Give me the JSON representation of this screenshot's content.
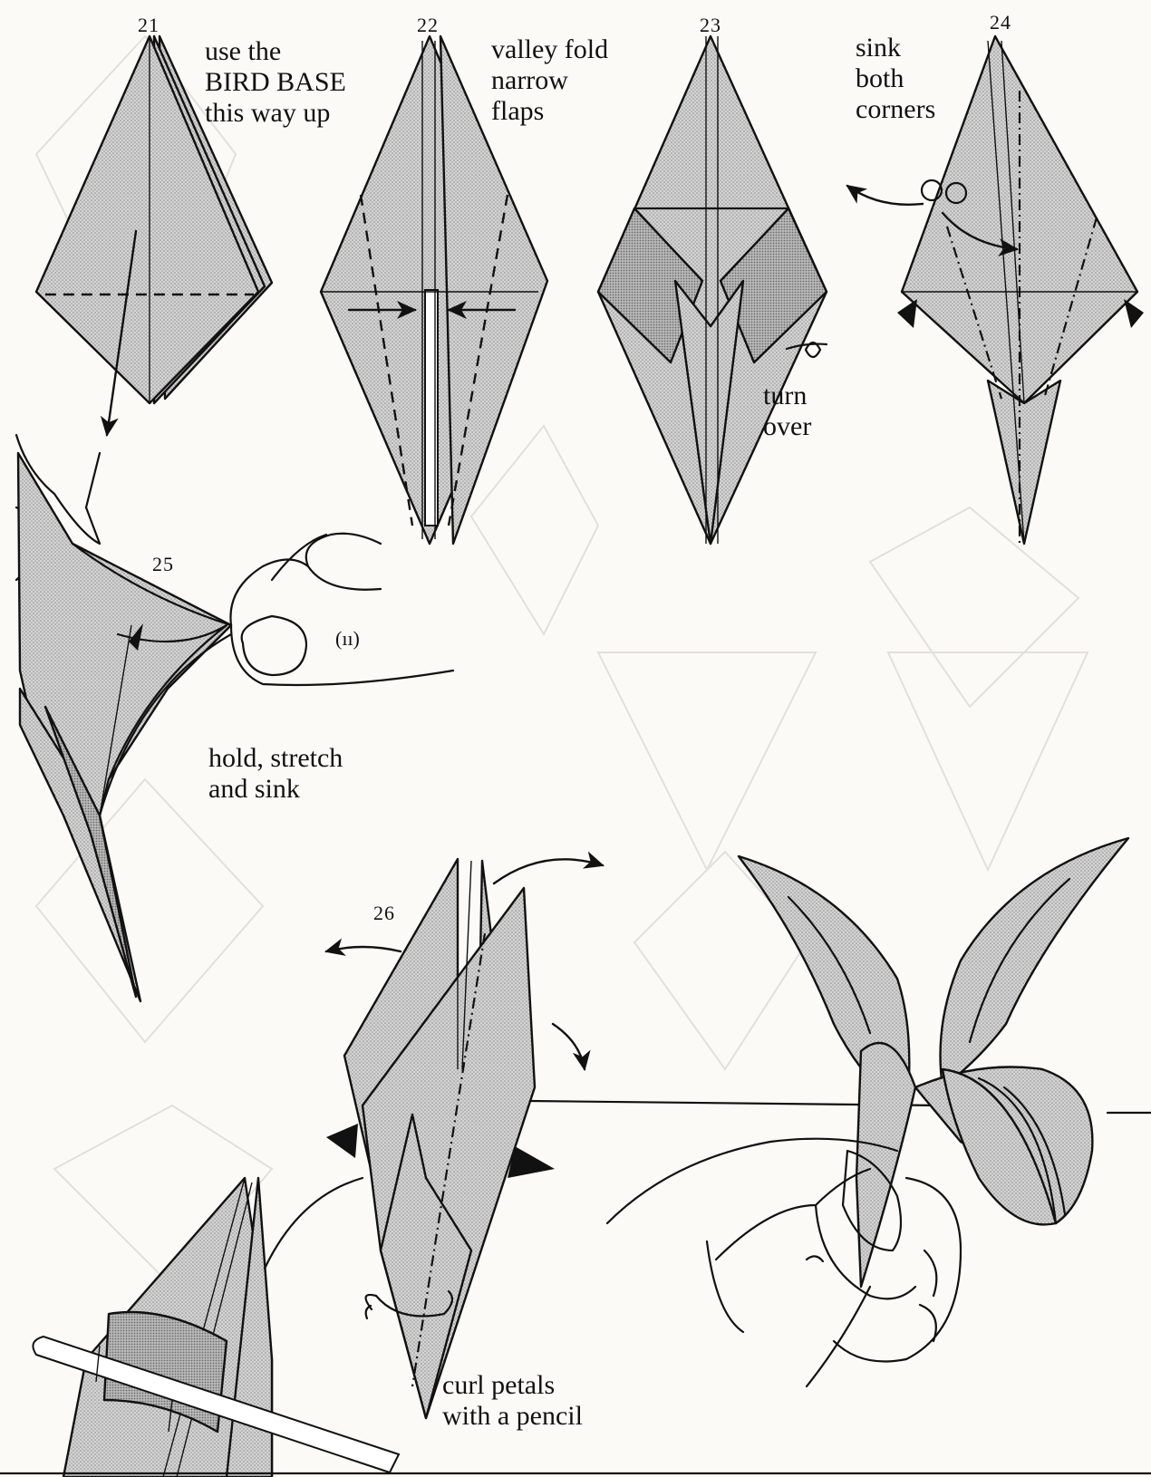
{
  "steps": {
    "s21": {
      "number": "21",
      "label": "use the\nBIRD BASE\nthis way up"
    },
    "s22": {
      "number": "22",
      "label": "valley fold\nnarrow\nflaps"
    },
    "s23": {
      "number": "23",
      "label": "turn\nover"
    },
    "s24": {
      "number": "24",
      "label": "sink\nboth\ncorners"
    },
    "s25": {
      "number": "25",
      "label": "hold, stretch\nand sink",
      "mark": "(ıı)"
    },
    "s26": {
      "number": "26",
      "label": "curl petals\nwith a pencil"
    }
  },
  "colors": {
    "paper": "#cfcfcf",
    "ink": "#111111",
    "background": "#fbfaf7"
  }
}
